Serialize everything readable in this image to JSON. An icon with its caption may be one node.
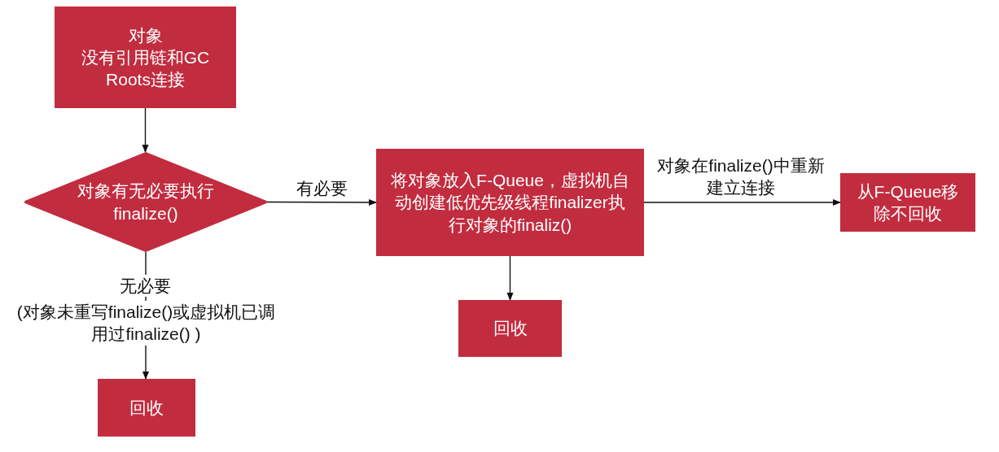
{
  "diagram": {
    "nodes": [
      {
        "text": [
          "对象",
          "没有引用链和GC Roots连接"
        ]
      },
      {
        "text": [
          "对象有无必要执行finalize()"
        ]
      },
      {
        "text": [
          "将对象放入F-Queue，虚拟机自动创建低优先级线程finalizer执行对象的finaliz()"
        ]
      },
      {
        "text": [
          "从F-Queue移除不回收"
        ]
      },
      {
        "text": [
          "回收"
        ]
      },
      {
        "text": [
          "回收"
        ]
      }
    ],
    "edges": [
      {
        "from": 0,
        "to": 1,
        "arrow": "to"
      },
      {
        "from": 1,
        "to": 2,
        "arrow": "to",
        "label": "有必要"
      },
      {
        "from": 2,
        "to": 3,
        "arrow": "to",
        "label": "对象在finalize()中重新建立连接"
      },
      {
        "from": 2,
        "to": 4,
        "arrow": "to"
      },
      {
        "from": 1,
        "to": 5,
        "arrow": "to",
        "label": "无必要"
      }
    ],
    "labels": [
      "(对象未重写finalize()或虚拟机已调用过finalize() )"
    ]
  }
}
